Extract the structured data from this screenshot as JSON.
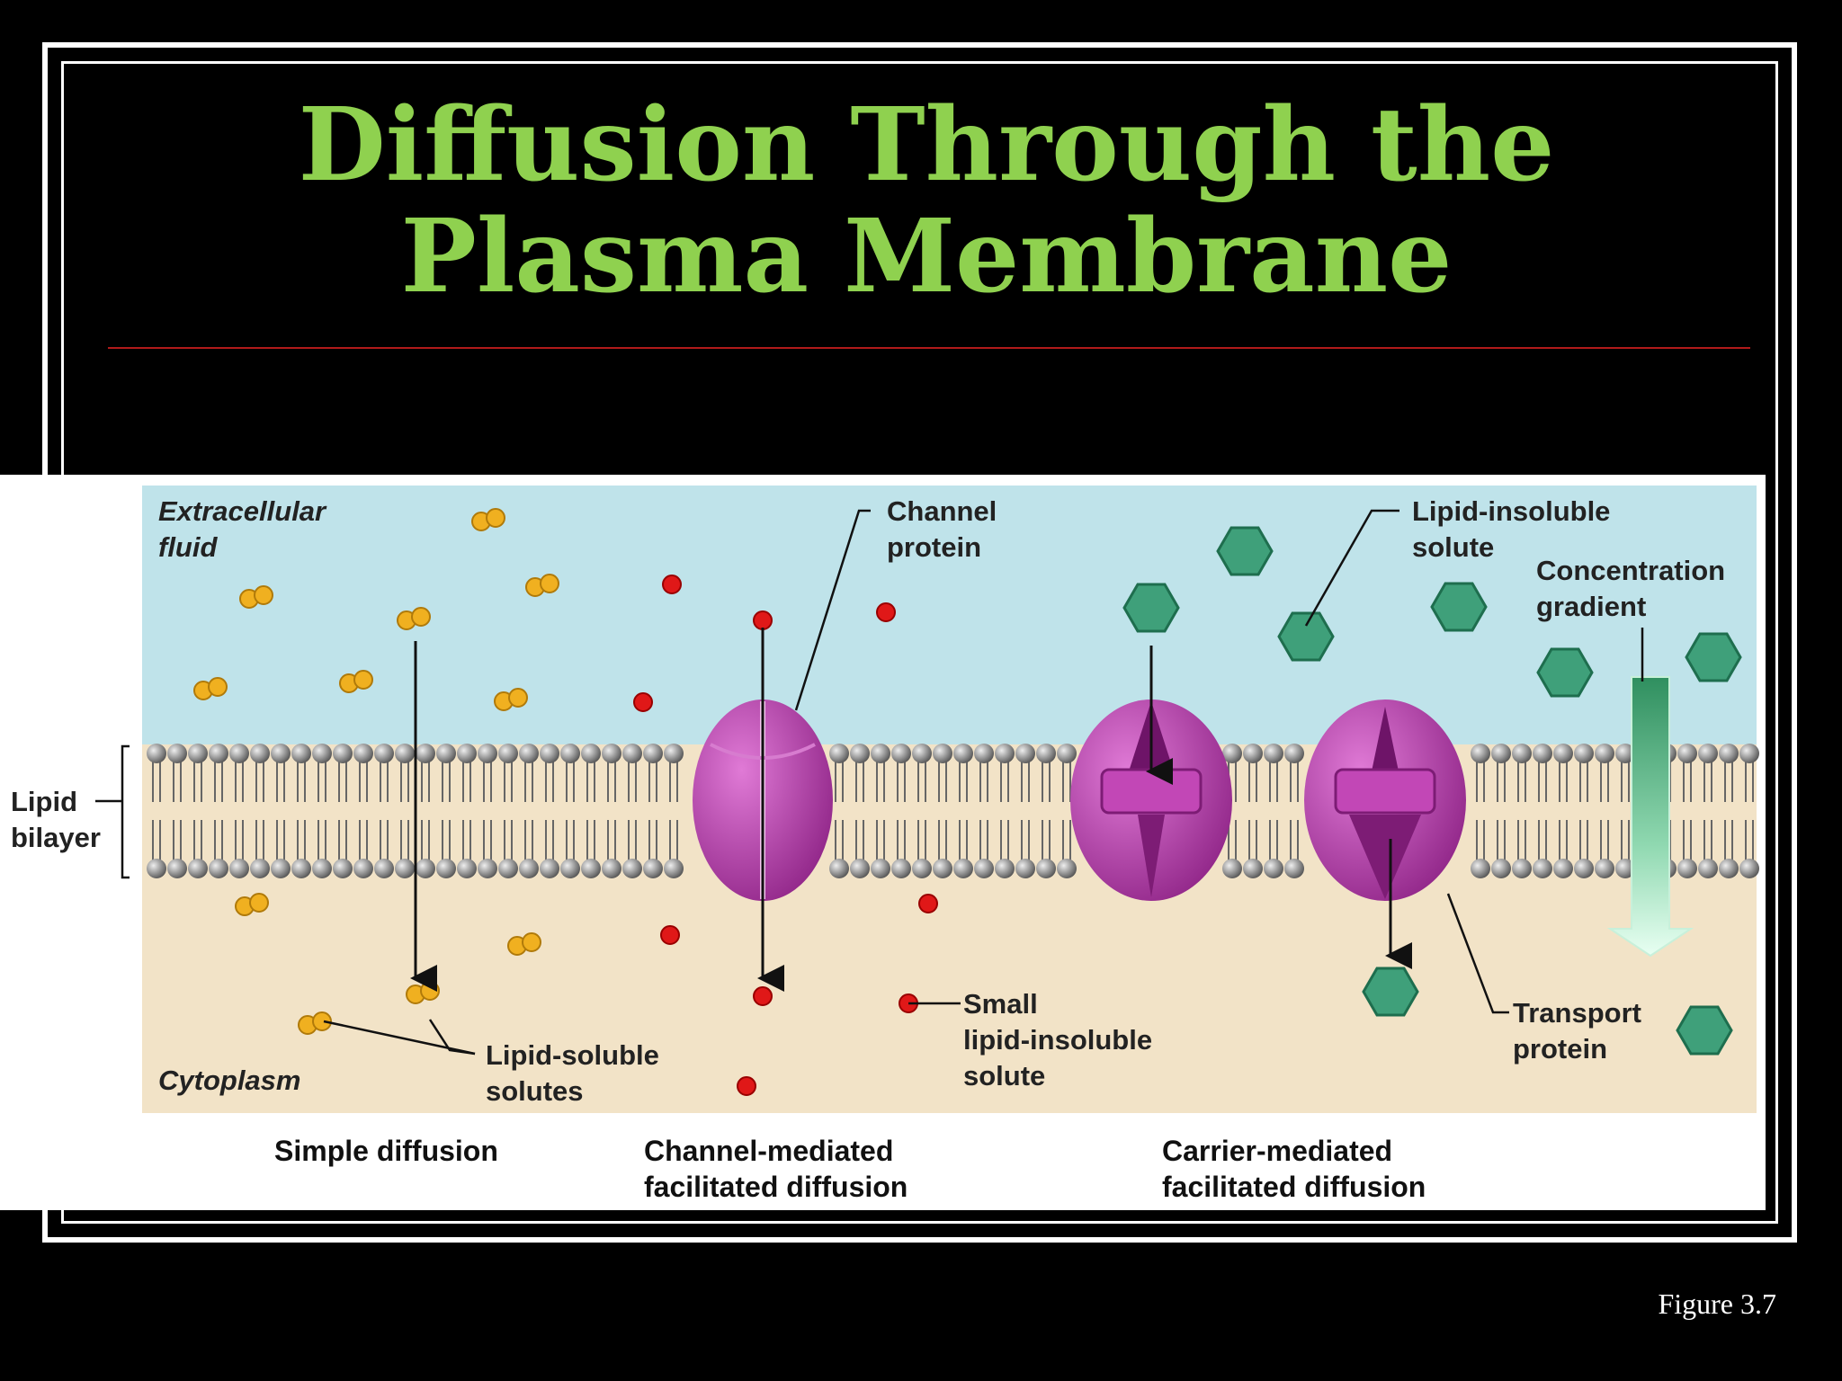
{
  "slide": {
    "title": "Diffusion Through the Plasma Membrane",
    "figure_number": "Figure 3.7"
  },
  "figure": {
    "labels": {
      "extracellular_fluid_line1": "Extracellular",
      "extracellular_fluid_line2": "fluid",
      "cytoplasm": "Cytoplasm",
      "lipid_bilayer_line1": "Lipid",
      "lipid_bilayer_line2": "bilayer",
      "channel_protein_line1": "Channel",
      "channel_protein_line2": "protein",
      "lipid_insoluble_solute_line1": "Lipid-insoluble",
      "lipid_insoluble_solute_line2": "solute",
      "concentration_gradient_line1": "Concentration",
      "concentration_gradient_line2": "gradient",
      "lipid_soluble_solutes_line1": "Lipid-soluble",
      "lipid_soluble_solutes_line2": "solutes",
      "small_lipid_insoluble_line1": "Small",
      "small_lipid_insoluble_line2": "lipid-insoluble",
      "small_lipid_insoluble_line3": "solute",
      "transport_protein_line1": "Transport",
      "transport_protein_line2": "protein"
    },
    "captions": {
      "simple": "Simple diffusion",
      "channel_line1": "Channel-mediated",
      "channel_line2": "facilitated diffusion",
      "carrier_line1": "Carrier-mediated",
      "carrier_line2": "facilitated diffusion"
    },
    "colors": {
      "extracellular": "#bfe3ea",
      "cytoplasm": "#f2e3c7",
      "protein": "#b02fa5",
      "lipid_soluble": "#f0b020",
      "small_solute": "#e01818",
      "hexagon_solute": "#3fa07a",
      "gradient_arrow": "#3aa070"
    }
  }
}
